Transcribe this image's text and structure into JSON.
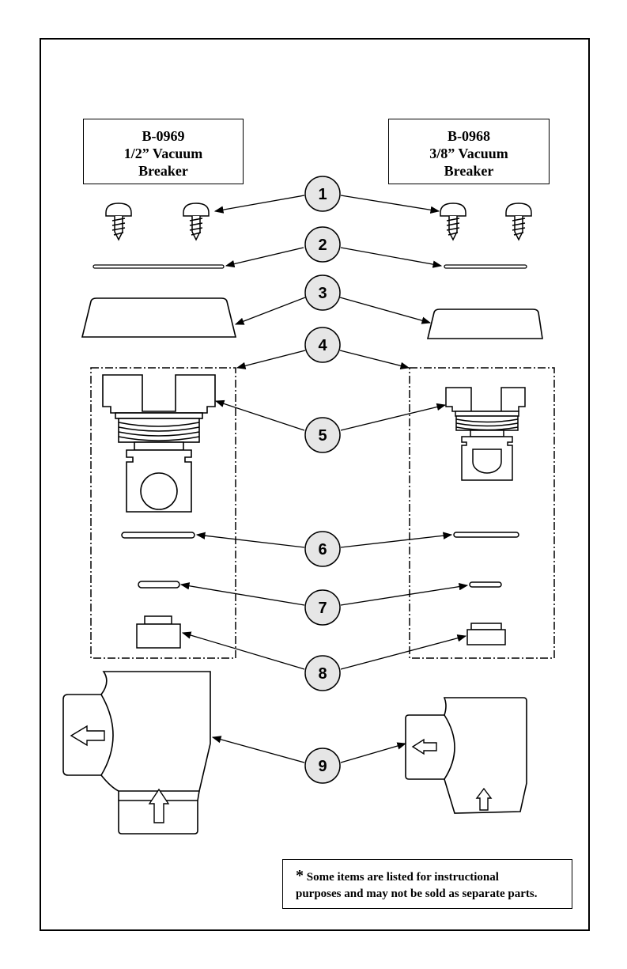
{
  "left_unit": {
    "model": "B-0969",
    "size": "1/2” Vacuum",
    "type": "Breaker"
  },
  "right_unit": {
    "model": "B-0968",
    "size": "3/8” Vacuum",
    "type": "Breaker"
  },
  "callouts": [
    "1",
    "2",
    "3",
    "4",
    "5",
    "6",
    "7",
    "8",
    "9"
  ],
  "note": {
    "star": "*",
    "line1": "Some items are listed for instructional",
    "line2": "purposes and may not be sold as separate parts."
  }
}
